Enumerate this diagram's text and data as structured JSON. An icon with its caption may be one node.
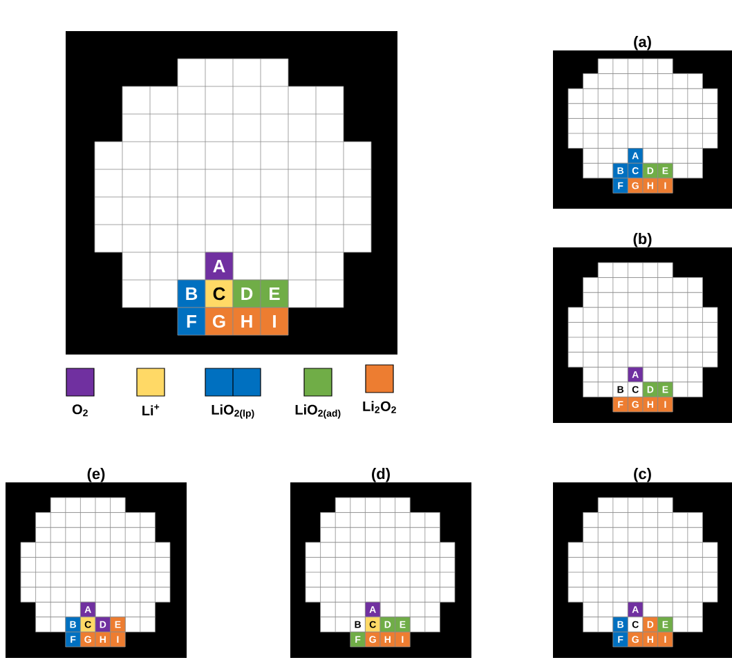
{
  "diagram": {
    "nodes": [
      {
        "text": [],
        "shape": "box"
      },
      {
        "text": [
          "A"
        ],
        "in": 0
      },
      {
        "text": [
          "B"
        ],
        "in": 0
      },
      {
        "text": [
          "C"
        ],
        "in": 0
      },
      {
        "text": [
          "D"
        ],
        "in": 0
      },
      {
        "text": [
          "E"
        ],
        "in": 0
      },
      {
        "text": [
          "F"
        ],
        "in": 0
      },
      {
        "text": [
          "G"
        ],
        "in": 0
      },
      {
        "text": [
          "H"
        ],
        "in": 0
      },
      {
        "text": [
          "I"
        ],
        "in": 0
      },
      {
        "text": [
          "(a)"
        ]
      },
      {
        "text": [
          "A"
        ],
        "in": 10
      },
      {
        "text": [
          "B"
        ],
        "in": 10
      },
      {
        "text": [
          "C"
        ],
        "in": 10
      },
      {
        "text": [
          "D"
        ],
        "in": 10
      },
      {
        "text": [
          "E"
        ],
        "in": 10
      },
      {
        "text": [
          "F"
        ],
        "in": 10
      },
      {
        "text": [
          "G"
        ],
        "in": 10
      },
      {
        "text": [
          "H"
        ],
        "in": 10
      },
      {
        "text": [
          "I"
        ],
        "in": 10
      },
      {
        "text": [
          "(b)"
        ]
      },
      {
        "text": [
          "A"
        ],
        "in": 20
      },
      {
        "text": [
          "B"
        ],
        "in": 20
      },
      {
        "text": [
          "C"
        ],
        "in": 20
      },
      {
        "text": [
          "D"
        ],
        "in": 20
      },
      {
        "text": [
          "E"
        ],
        "in": 20
      },
      {
        "text": [
          "F"
        ],
        "in": 20
      },
      {
        "text": [
          "G"
        ],
        "in": 20
      },
      {
        "text": [
          "H"
        ],
        "in": 20
      },
      {
        "text": [
          "I"
        ],
        "in": 20
      },
      {
        "text": [
          "(e)"
        ]
      },
      {
        "text": [
          "A"
        ],
        "in": 30
      },
      {
        "text": [
          "B"
        ],
        "in": 30
      },
      {
        "text": [
          "C"
        ],
        "in": 30
      },
      {
        "text": [
          "D"
        ],
        "in": 30
      },
      {
        "text": [
          "E"
        ],
        "in": 30
      },
      {
        "text": [
          "F"
        ],
        "in": 30
      },
      {
        "text": [
          "G"
        ],
        "in": 30
      },
      {
        "text": [
          "H"
        ],
        "in": 30
      },
      {
        "text": [
          "I"
        ],
        "in": 30
      },
      {
        "text": [
          "(d)"
        ]
      },
      {
        "text": [
          "A"
        ],
        "in": 40
      },
      {
        "text": [
          "B"
        ],
        "in": 40
      },
      {
        "text": [
          "C"
        ],
        "in": 40
      },
      {
        "text": [
          "D"
        ],
        "in": 40
      },
      {
        "text": [
          "E"
        ],
        "in": 40
      },
      {
        "text": [
          "F"
        ],
        "in": 40
      },
      {
        "text": [
          "G"
        ],
        "in": 40
      },
      {
        "text": [
          "H"
        ],
        "in": 40
      },
      {
        "text": [
          "I"
        ],
        "in": 40
      },
      {
        "text": [
          "(c)"
        ]
      },
      {
        "text": [
          "A"
        ],
        "in": 50
      },
      {
        "text": [
          "B"
        ],
        "in": 50
      },
      {
        "text": [
          "C"
        ],
        "in": 50
      },
      {
        "text": [
          "D"
        ],
        "in": 50
      },
      {
        "text": [
          "E"
        ],
        "in": 50
      },
      {
        "text": [
          "F"
        ],
        "in": 50
      },
      {
        "text": [
          "G"
        ],
        "in": 50
      },
      {
        "text": [
          "H"
        ],
        "in": 50
      },
      {
        "text": [
          "I"
        ],
        "in": 50
      }
    ],
    "legend": [
      {
        "text": "O$_{2}$",
        "color": "#7030a0"
      },
      {
        "text": "Li$^{+}$",
        "color": "#ffd966"
      },
      {
        "text": "LiO$_{2(lp)}$",
        "color": "#0070c0"
      },
      {
        "text": "LiO$_{2(ad)}$",
        "color": "#70ad47"
      },
      {
        "text": "Li$_{2}$O$_{2}$",
        "color": "#ed7d31"
      }
    ]
  }
}
